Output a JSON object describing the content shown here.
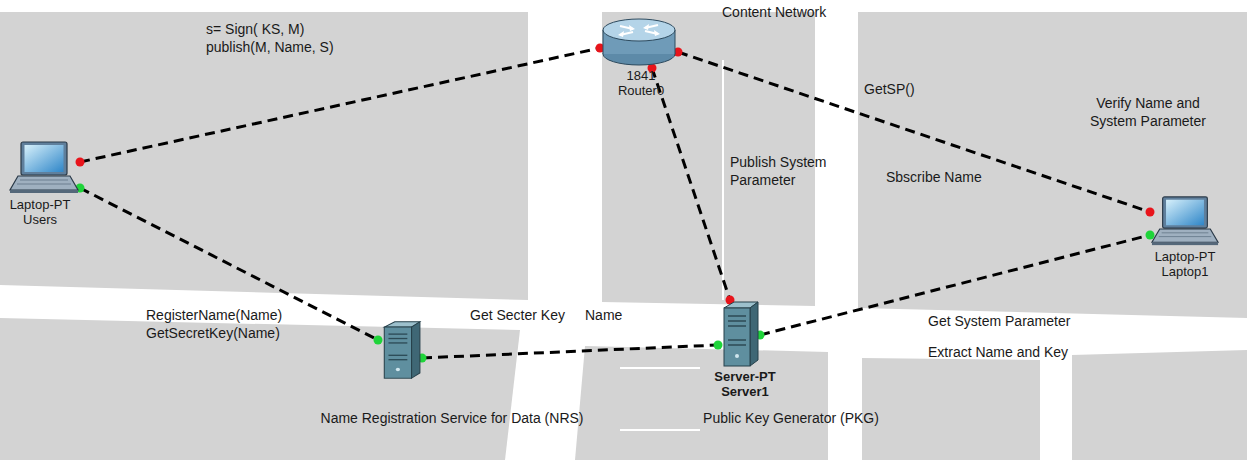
{
  "diagram": {
    "nodes": [
      {
        "text": [
          "Laptop-PT Users"
        ]
      },
      {
        "text": [
          "1841 Router0"
        ]
      },
      {
        "text": [
          "Name Registration Service for Data (NRS)"
        ]
      },
      {
        "text": [
          "Server-PT Server1",
          "Public Key Generator (PKG)"
        ]
      },
      {
        "text": [
          "Laptop-PT Laptop1"
        ]
      }
    ],
    "edges": [
      {
        "from": 0,
        "to": 1,
        "arrow": "none",
        "label": "s= Sign( KS, M) publish(M, Name, S)"
      },
      {
        "from": 0,
        "to": 2,
        "arrow": "none",
        "label": "RegisterName(Name) GetSecretKey(Name)"
      },
      {
        "from": 2,
        "to": 3,
        "arrow": "none",
        "label": "Get Secter Key"
      },
      {
        "from": 1,
        "to": 3,
        "arrow": "none",
        "label": "Publish System Parameter"
      },
      {
        "from": 1,
        "to": 4,
        "arrow": "none",
        "label": "GetSP()"
      },
      {
        "from": 3,
        "to": 4,
        "arrow": "none",
        "label": "Get System Parameter"
      }
    ],
    "labels": [
      "Content Network",
      "Sbscribe Name",
      "Verify Name and System Parameter",
      "Name",
      "Extract Name and Key"
    ]
  }
}
